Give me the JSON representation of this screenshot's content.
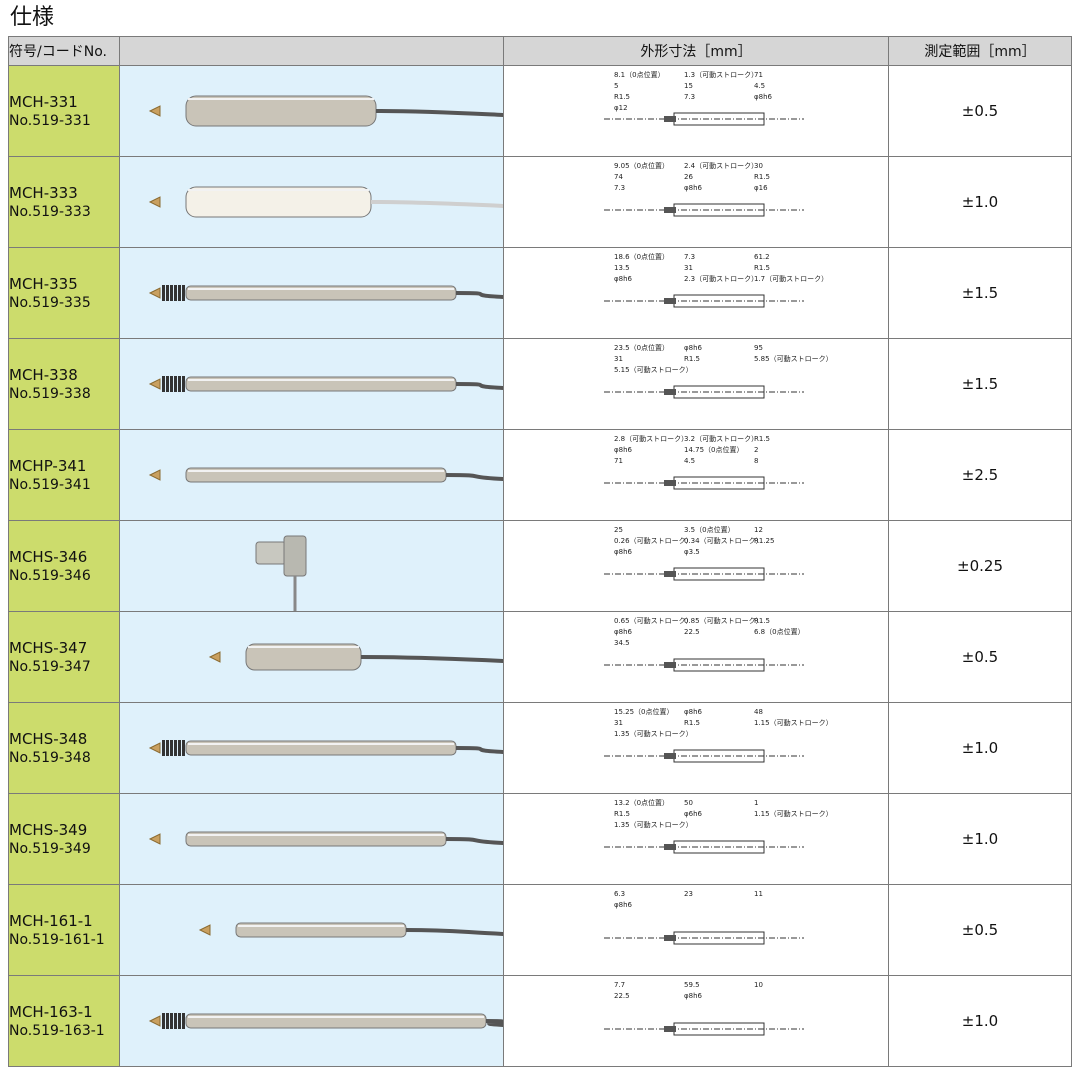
{
  "page_title": "仕様",
  "headers": {
    "code": "符号/コードNo.",
    "image": "",
    "dimensions": "外形寸法［mm］",
    "range": "測定範囲［mm］"
  },
  "rows": [
    {
      "model": "MCH-331",
      "code": "No.519-331",
      "range": "±0.5",
      "probe": "pen",
      "dim": [
        "8.1（0点位置）",
        "1.3（可動ストローク）",
        "71",
        "5",
        "15",
        "4.5",
        "R1.5",
        "7.3",
        "φ8h6",
        "φ12"
      ]
    },
    {
      "model": "MCH-333",
      "code": "No.519-333",
      "range": "±1.0",
      "probe": "pen-white",
      "dim": [
        "9.05（0点位置）",
        "2.4（可動ストローク）",
        "30",
        "74",
        "26",
        "R1.5",
        "7.3",
        "φ8h6",
        "φ16"
      ]
    },
    {
      "model": "MCH-335",
      "code": "No.519-335",
      "range": "±1.5",
      "probe": "long-bellows",
      "dim": [
        "18.6（0点位置）",
        "7.3",
        "61.2",
        "13.5",
        "31",
        "R1.5",
        "φ8h6",
        "2.3（可動ストローク）",
        "1.7（可動ストローク）"
      ]
    },
    {
      "model": "MCH-338",
      "code": "No.519-338",
      "range": "±1.5",
      "probe": "long-bellows",
      "dim": [
        "23.5（0点位置）",
        "φ8h6",
        "95",
        "31",
        "R1.5",
        "5.85（可動ストローク）",
        "5.15（可動ストローク）"
      ]
    },
    {
      "model": "MCHP-341",
      "code": "No.519-341",
      "range": "±2.5",
      "probe": "long",
      "dim": [
        "2.8（可動ストローク）",
        "3.2（可動ストローク）",
        "R1.5",
        "φ8h6",
        "14.75（0点位置）",
        "2",
        "71",
        "4.5",
        "8"
      ]
    },
    {
      "model": "MCHS-346",
      "code": "No.519-346",
      "range": "±0.25",
      "probe": "angle",
      "dim": [
        "25",
        "3.5（0点位置）",
        "12",
        "0.26（可動ストローク）",
        "0.34（可動ストローク）",
        "R1.25",
        "φ8h6",
        "φ3.5"
      ]
    },
    {
      "model": "MCHS-347",
      "code": "No.519-347",
      "range": "±0.5",
      "probe": "short",
      "dim": [
        "0.65（可動ストローク）",
        "0.85（可動ストローク）",
        "R1.5",
        "φ8h6",
        "22.5",
        "6.8（0点位置）",
        "34.5"
      ]
    },
    {
      "model": "MCHS-348",
      "code": "No.519-348",
      "range": "±1.0",
      "probe": "long-bellows",
      "dim": [
        "15.25（0点位置）",
        "φ8h6",
        "48",
        "31",
        "R1.5",
        "1.15（可動ストローク）",
        "1.35（可動ストローク）"
      ]
    },
    {
      "model": "MCHS-349",
      "code": "No.519-349",
      "range": "±1.0",
      "probe": "long",
      "dim": [
        "13.2（0点位置）",
        "50",
        "1",
        "R1.5",
        "φ6h6",
        "1.15（可動ストローク）",
        "1.35（可動ストローク）"
      ]
    },
    {
      "model": "MCH-161-1",
      "code": "No.519-161-1",
      "range": "±0.5",
      "probe": "mid",
      "dim": [
        "6.3",
        "23",
        "11",
        "φ8h6"
      ]
    },
    {
      "model": "MCH-163-1",
      "code": "No.519-163-1",
      "range": "±1.0",
      "probe": "mid-long",
      "dim": [
        "7.7",
        "59.5",
        "10",
        "22.5",
        "φ8h6"
      ]
    }
  ]
}
